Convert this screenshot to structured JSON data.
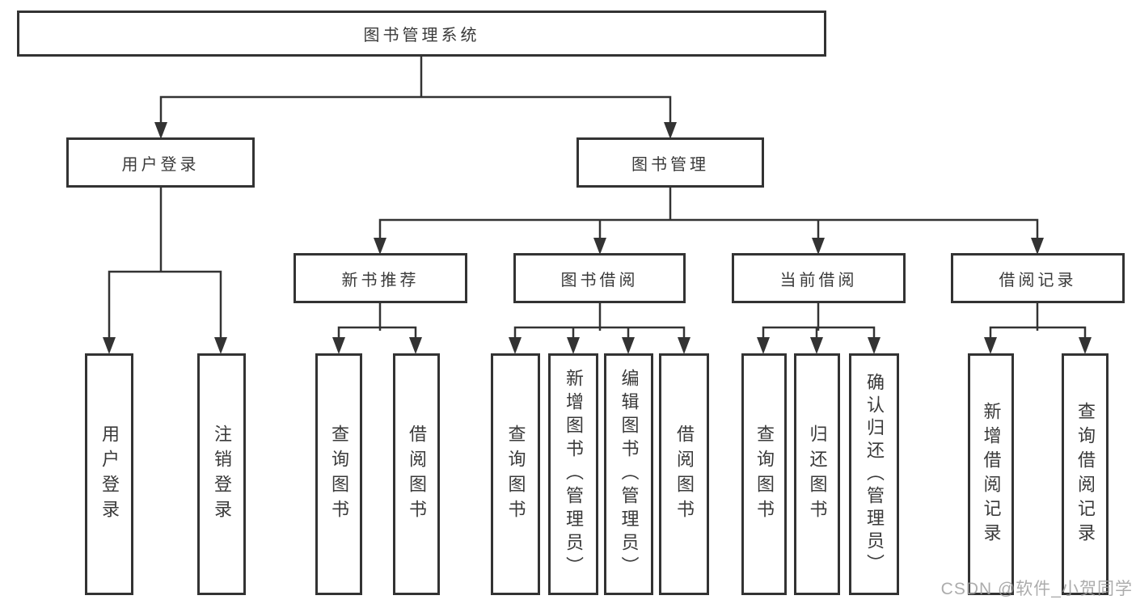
{
  "diagram": {
    "type": "hierarchy-tree",
    "title": "图书管理系统",
    "colors": {
      "line": "#333333",
      "box_border": "#333333",
      "text": "#3a3a3a",
      "background": "#ffffff",
      "watermark": "#9e9e9e"
    }
  },
  "nodes": {
    "root": "图书管理系统",
    "user_login": "用户登录",
    "book_mgmt": "图书管理",
    "new_book_rec": "新书推荐",
    "book_borrow": "图书借阅",
    "current_borrow": "当前借阅",
    "borrow_records": "借阅记录",
    "leaf_user_login": "用户登录",
    "leaf_logout": "注销登录",
    "leaf_nbr_query": "查询图书",
    "leaf_nbr_borrow": "借阅图书",
    "leaf_bb_query": "查询图书",
    "leaf_bb_add": "新增图书（管理员）",
    "leaf_bb_edit": "编辑图书（管理员）",
    "leaf_bb_borrow": "借阅图书",
    "leaf_cb_query": "查询图书",
    "leaf_cb_return": "归还图书",
    "leaf_cb_confirm": "确认归还（管理员）",
    "leaf_br_add": "新增借阅记录",
    "leaf_br_query": "查询借阅记录"
  },
  "watermark": "CSDN @软件_小贺同学"
}
